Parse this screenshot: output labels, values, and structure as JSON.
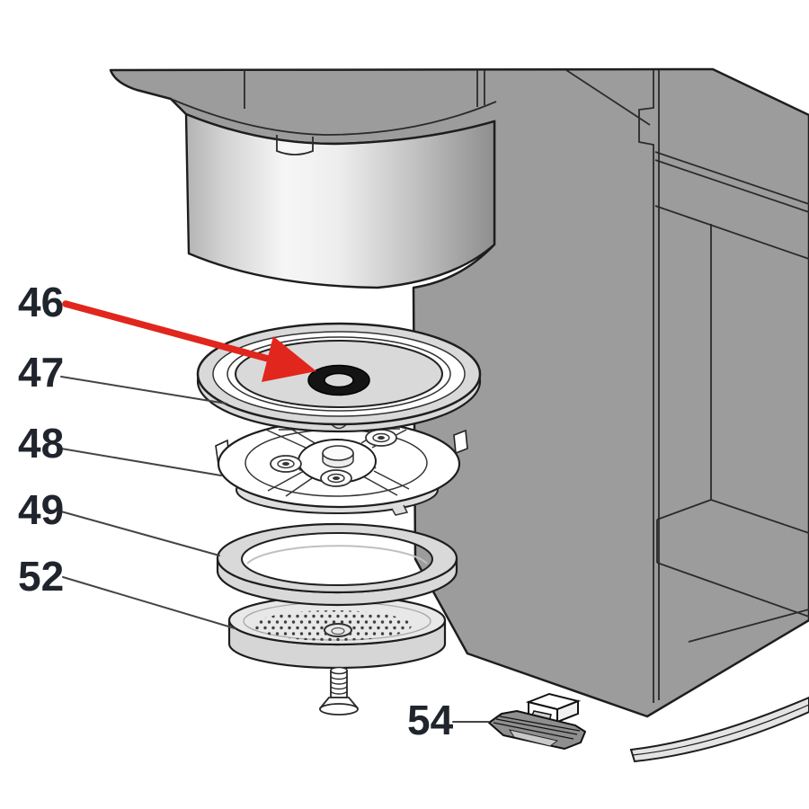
{
  "figure_type": "exploded-parts-diagram",
  "callouts": [
    {
      "id": "46",
      "text": "46",
      "points_to": "o-ring"
    },
    {
      "id": "47",
      "text": "47",
      "points_to": "sight-ring"
    },
    {
      "id": "48",
      "text": "48",
      "points_to": "dispersion-block"
    },
    {
      "id": "49",
      "text": "49",
      "points_to": "group-gasket"
    },
    {
      "id": "52",
      "text": "52",
      "points_to": "shower-screen"
    },
    {
      "id": "54",
      "text": "54",
      "points_to": "sensor-clip"
    }
  ],
  "colors": {
    "arrow_red": "#e1261d",
    "body_gray": "#9c9c9c",
    "part_light_gray": "#d9d9d9",
    "outline": "#1e1e1e",
    "label_text": "#20242c"
  }
}
